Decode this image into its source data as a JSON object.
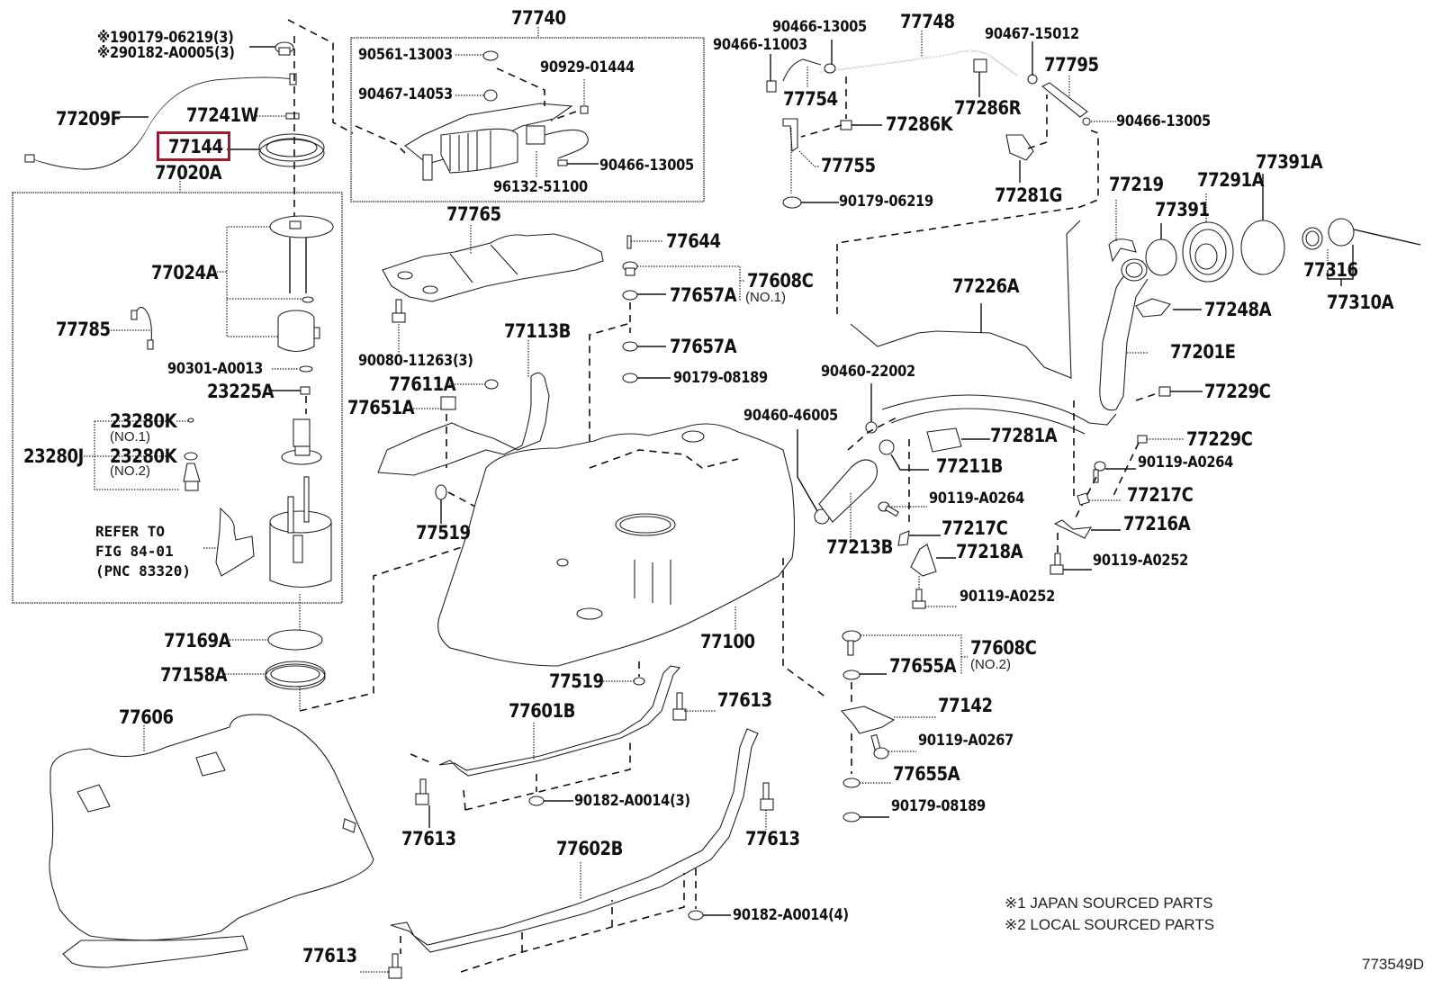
{
  "diagram": {
    "title": "Fuel Tank & Tube Parts Diagram",
    "figure_id": "773549D",
    "highlight_color": "#9b1b30",
    "highlighted_part": "77144",
    "notes": [
      "※1 JAPAN SOURCED PARTS",
      "※2 LOCAL SOURCED PARTS"
    ],
    "refer": {
      "line1": "REFER TO",
      "line2": "FIG 84-01",
      "line3": "(PNC 83320)"
    },
    "labels": {
      "p90179_06219_3": "※190179-06219(3)",
      "p90182_A0005_3": "※290182-A0005(3)",
      "p77209F": "77209F",
      "p77241W": "77241W",
      "p77144": "77144",
      "p77020A": "77020A",
      "p77024A": "77024A",
      "p77785": "77785",
      "p90301_A0013": "90301-A0013",
      "p23225A": "23225A",
      "p23280K_1": "23280K",
      "no1_a": "(NO.1)",
      "p23280J": "23280J",
      "p23280K_2": "23280K",
      "no2_a": "(NO.2)",
      "p77169A": "77169A",
      "p77158A": "77158A",
      "p77606": "77606",
      "p77740": "77740",
      "p90561_13003": "90561-13003",
      "p90929_01444": "90929-01444",
      "p90467_14053": "90467-14053",
      "p90466_13005_a": "90466-13005",
      "p96132_51100": "96132-51100",
      "p77765": "77765",
      "p90080_11263_3": "90080-11263(3)",
      "p77644": "77644",
      "p77608C_1": "77608C",
      "no1_b": "(NO.1)",
      "p77657A_1": "77657A",
      "p77657A_2": "77657A",
      "p90179_08189_a": "90179-08189",
      "p77113B": "77113B",
      "p77611A": "77611A",
      "p77651A": "77651A",
      "p77519_a": "77519",
      "p77100": "77100",
      "p77519_b": "77519",
      "p77601B": "77601B",
      "p77613_a": "77613",
      "p77613_b": "77613",
      "p90182_A0014_3": "90182-A0014(3)",
      "p77602B": "77602B",
      "p77613_c": "77613",
      "p90182_A0014_4": "90182-A0014(4)",
      "p77613_d": "77613",
      "p90466_13005_b": "90466-13005",
      "p90466_11003": "90466-11003",
      "p77748": "77748",
      "p90467_15012": "90467-15012",
      "p77795": "77795",
      "p90466_13005_c": "90466-13005",
      "p77754": "77754",
      "p77286K": "77286K",
      "p77286R": "77286R",
      "p77755": "77755",
      "p90179_06219": "90179-06219",
      "p77281G": "77281G",
      "p77219": "77219",
      "p77391": "77391",
      "p77291A": "77291A",
      "p77391A": "77391A",
      "p77316": "77316",
      "p77310A": "77310A",
      "p77226A": "77226A",
      "p77248A": "77248A",
      "p77201E": "77201E",
      "p90460_22002": "90460-22002",
      "p77229C_1": "77229C",
      "p90460_46005": "90460-46005",
      "p77281A": "77281A",
      "p77229C_2": "77229C",
      "p77211B": "77211B",
      "p90119_A0264_a": "90119-A0264",
      "p90119_A0264_b": "90119-A0264",
      "p77217C_a": "77217C",
      "p77217C_b": "77217C",
      "p77213B": "77213B",
      "p77218A": "77218A",
      "p77216A": "77216A",
      "p90119_A0252_a": "90119-A0252",
      "p90119_A0252_b": "90119-A0252",
      "p77608C_2": "77608C",
      "no2_b": "(NO.2)",
      "p77655A_1": "77655A",
      "p77142": "77142",
      "p90119_A0267": "90119-A0267",
      "p77655A_2": "77655A",
      "p90179_08189_b": "90179-08189"
    }
  }
}
